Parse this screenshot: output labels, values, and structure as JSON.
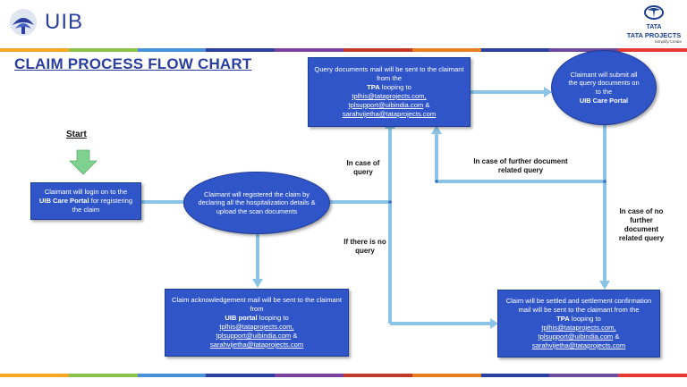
{
  "header": {
    "left_logo_text": "UIB",
    "right_logo_top": "TATA",
    "right_logo_name": "TATA PROJECTS",
    "right_logo_tagline": "Simplify.Create"
  },
  "title": "CLAIM PROCESS FLOW CHART",
  "start_label": "Start",
  "colors": {
    "box": "#3055c9",
    "connector": "#8cc4e6",
    "title": "#2a3fa0",
    "start_arrow": "#7fd18f",
    "stripe": [
      "#f5a623",
      "#8bc34a",
      "#4a90d9",
      "#2a3fa0",
      "#7b3f9e",
      "#c0392b",
      "#e67e22",
      "#2a3fa0",
      "#6d4c9f",
      "#e53935"
    ]
  },
  "nodes": {
    "login": {
      "pre": "Claimant will login on to the",
      "bold": "UIB Care Portal",
      "post": "for registering the claim"
    },
    "register": {
      "text": "Claimant will registered the claim by declaring all the hospitalization details & upload the scan documents"
    },
    "ack": {
      "pre": "Claim acknowledgement mail will be sent to the claimant from",
      "bold": "UIB portal",
      "post": "looping to",
      "links": [
        "tplhis@tataprojects.com,",
        "tplsupport@uibindia.com",
        "sarahvijetha@tataprojects.com"
      ],
      "amp": "&"
    },
    "query_mail": {
      "pre": "Query documents mail will be sent to the claimant from the",
      "bold": "TPA",
      "post": "looping to",
      "links": [
        "tplhis@tataprojects.com,",
        "tplsupport@uibindia.com",
        "sarahvijetha@tataprojects.com"
      ],
      "amp": "&"
    },
    "submit": {
      "pre": "Claimant will submit all the query documents on to the",
      "bold": "UIB Care Portal"
    },
    "settle": {
      "pre": "Claim will be settled and settlement confirmation mail will be sent to the claimant from the",
      "bold": "TPA",
      "post": "looping to",
      "links": [
        "tplhis@tataprojects.com,",
        "tplsupport@uibindia.com",
        "sarahvijetha@tataprojects.com"
      ],
      "amp": "&"
    }
  },
  "labels": {
    "in_case_query": "In case of query",
    "no_query": "If there is no query",
    "further_query": "In case of further document related query",
    "no_further_query": "In case of no further document related query"
  }
}
